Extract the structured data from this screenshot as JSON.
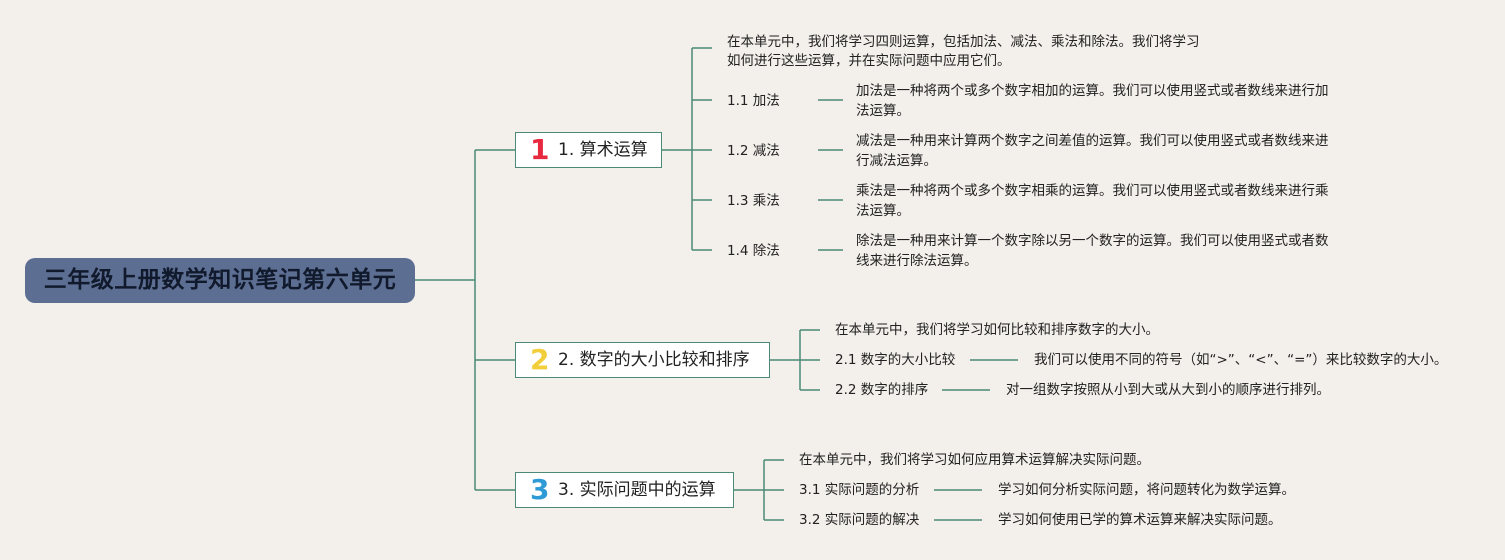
{
  "root": {
    "title": "三年级上册数学知识笔记第六单元"
  },
  "branches": [
    {
      "number": "1",
      "label": "1. 算术运算",
      "badge_color": "#e8283e",
      "intro_line1": "在本单元中，我们将学习四则运算，包括加法、减法、乘法和除法。我们将学习",
      "intro_line2": "如何进行这些运算，并在实际问题中应用它们。",
      "items": [
        {
          "label": "1.1 加法",
          "line1": "加法是一种将两个或多个数字相加的运算。我们可以使用竖式或者数线来进行加",
          "line2": "法运算。"
        },
        {
          "label": "1.2 减法",
          "line1": "减法是一种用来计算两个数字之间差值的运算。我们可以使用竖式或者数线来进",
          "line2": "行减法运算。"
        },
        {
          "label": "1.3 乘法",
          "line1": "乘法是一种将两个或多个数字相乘的运算。我们可以使用竖式或者数线来进行乘",
          "line2": "法运算。"
        },
        {
          "label": "1.4 除法",
          "line1": "除法是一种用来计算一个数字除以另一个数字的运算。我们可以使用竖式或者数",
          "line2": "线来进行除法运算。"
        }
      ]
    },
    {
      "number": "2",
      "label": "2. 数字的大小比较和排序",
      "badge_color": "#f2cf3a",
      "intro": "在本单元中，我们将学习如何比较和排序数字的大小。",
      "items": [
        {
          "label": "2.1 数字的大小比较",
          "text": "我们可以使用不同的符号（如“>”、“<”、“=”）来比较数字的大小。"
        },
        {
          "label": "2.2 数字的排序",
          "text": "对一组数字按照从小到大或从大到小的顺序进行排列。"
        }
      ]
    },
    {
      "number": "3",
      "label": "3. 实际问题中的运算",
      "badge_color": "#2f9bd6",
      "intro": "在本单元中，我们将学习如何应用算术运算解决实际问题。",
      "items": [
        {
          "label": "3.1 实际问题的分析",
          "text": "学习如何分析实际问题，将问题转化为数学运算。"
        },
        {
          "label": "3.2 实际问题的解决",
          "text": "学习如何使用已学的算术运算来解决实际问题。"
        }
      ]
    }
  ],
  "colors": {
    "connector": "#4b8a78",
    "root_bg": "#5d6e93",
    "background": "#f3efea"
  }
}
